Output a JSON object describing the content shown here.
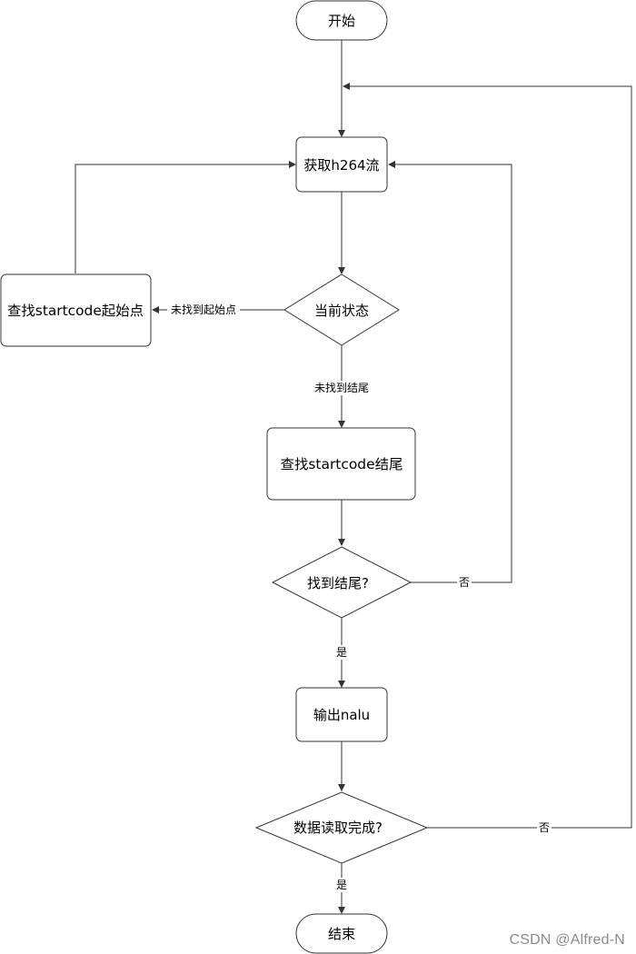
{
  "nodes": {
    "start": "开始",
    "get_stream": "获取h264流",
    "find_start": "查找startcode起始点",
    "state": "当前状态",
    "find_end": "查找startcode结尾",
    "found_end_q": "找到结尾?",
    "output_nalu": "输出nalu",
    "read_done_q": "数据读取完成?",
    "end": "结束"
  },
  "edges": {
    "not_found_start": "未找到起始点",
    "not_found_end": "未找到结尾",
    "found_end_no": "否",
    "found_end_yes": "是",
    "read_done_no": "否",
    "read_done_yes": "是"
  },
  "watermark": "CSDN @Alfred-N"
}
